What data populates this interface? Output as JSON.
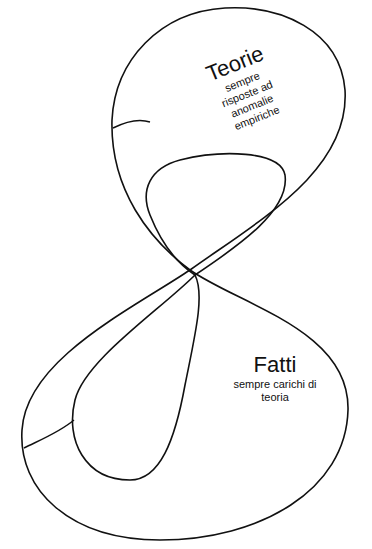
{
  "diagram": {
    "nodes": [
      {
        "text": [
          "Teorie",
          "sempre risposte ad anomalie empiriche"
        ]
      },
      {
        "text": [
          "Fatti",
          "sempre carichi di teoria"
        ]
      }
    ]
  }
}
